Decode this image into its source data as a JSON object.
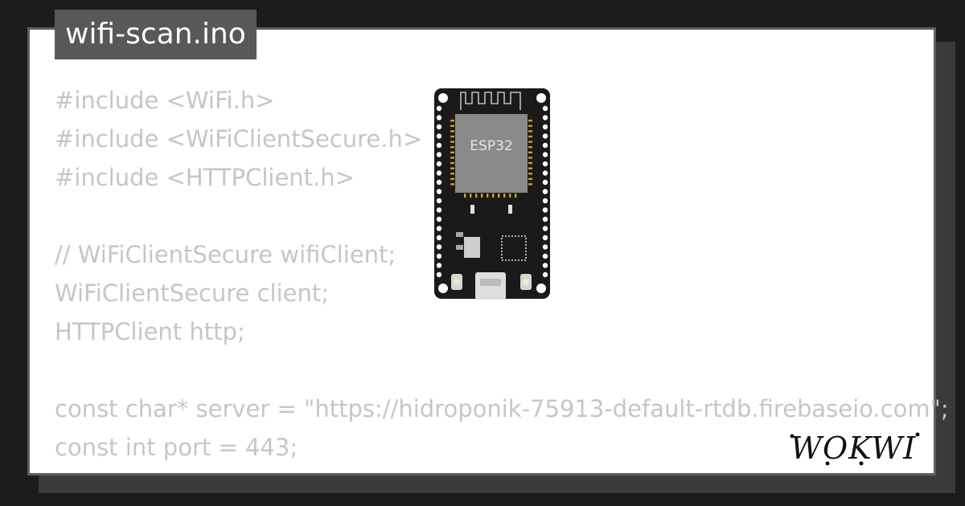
{
  "file_tab": {
    "title": "wifi-scan.ino"
  },
  "code_lines": [
    "#include <WiFi.h>",
    "#include <WiFiClientSecure.h>",
    "#include <HTTPClient.h>",
    "",
    "// WiFiClientSecure wifiClient;",
    "WiFiClientSecure client;",
    "HTTPClient http;",
    "",
    "const char* server = \"https://hidroponik-75913-default-rtdb.firebaseio.com\";",
    "const int port = 443;"
  ],
  "board": {
    "chip_label": "ESP32"
  },
  "brand": {
    "name": "WOKWI"
  },
  "colors": {
    "background": "#1c1c1c",
    "card": "#ffffff",
    "card_border": "#5f5f5f",
    "tab_background": "#585858",
    "code_text": "#c6c6c6",
    "board": "#1a1a1a",
    "chip": "#8a8a8a"
  }
}
